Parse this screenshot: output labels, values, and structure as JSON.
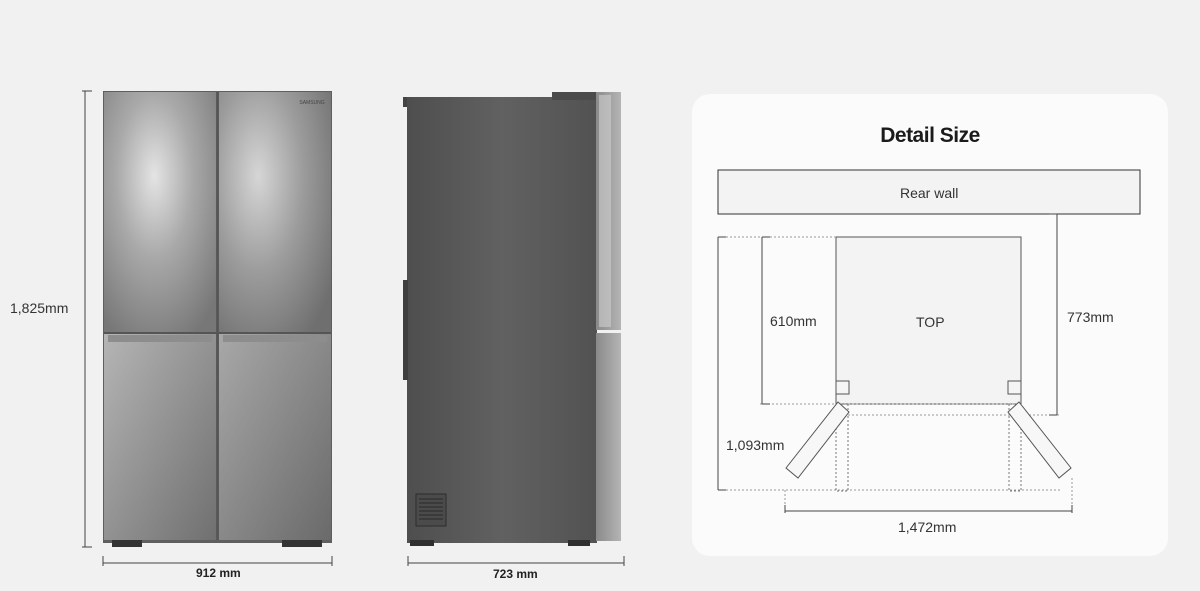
{
  "front_view": {
    "brand": "SAMSUNG",
    "height_label": "1,825mm",
    "width_label": "912 mm"
  },
  "side_view": {
    "depth_label": "723 mm"
  },
  "detail": {
    "title": "Detail Size",
    "rear_wall_label": "Rear wall",
    "top_label": "TOP",
    "body_depth_label": "610mm",
    "depth_with_doors_label": "773mm",
    "open_depth_label": "1,093mm",
    "open_width_label": "1,472mm"
  },
  "colors": {
    "background": "#f1f1f1",
    "panel": "#fbfbfb",
    "steel_light": "#c9c9c9",
    "steel_dark": "#6e6e6e",
    "side_body": "#5a5a5a",
    "line": "#333333"
  }
}
